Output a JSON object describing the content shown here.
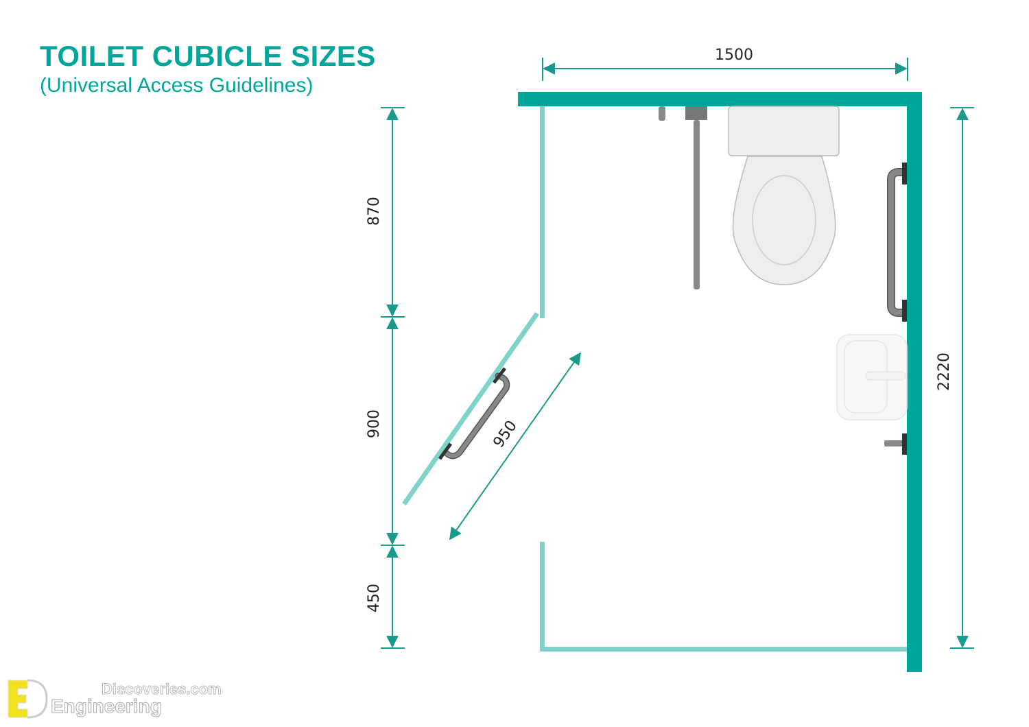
{
  "title": "TOILET CUBICLE SIZES",
  "subtitle": "(Universal Access Guidelines)",
  "dimensions": {
    "width": "1500",
    "depth": "2220",
    "upper_wall": "870",
    "door_opening": "900",
    "lower_wall": "450",
    "door_width": "950"
  },
  "logo": {
    "line1": "Discoveries.com",
    "line2": "Engineering",
    "mark": "ED"
  },
  "colors": {
    "wall": "#00a699",
    "partition": "#7fd3cb",
    "dimension": "#1a9a8c",
    "fixture": "#eeeeee",
    "rail": "#888888"
  }
}
